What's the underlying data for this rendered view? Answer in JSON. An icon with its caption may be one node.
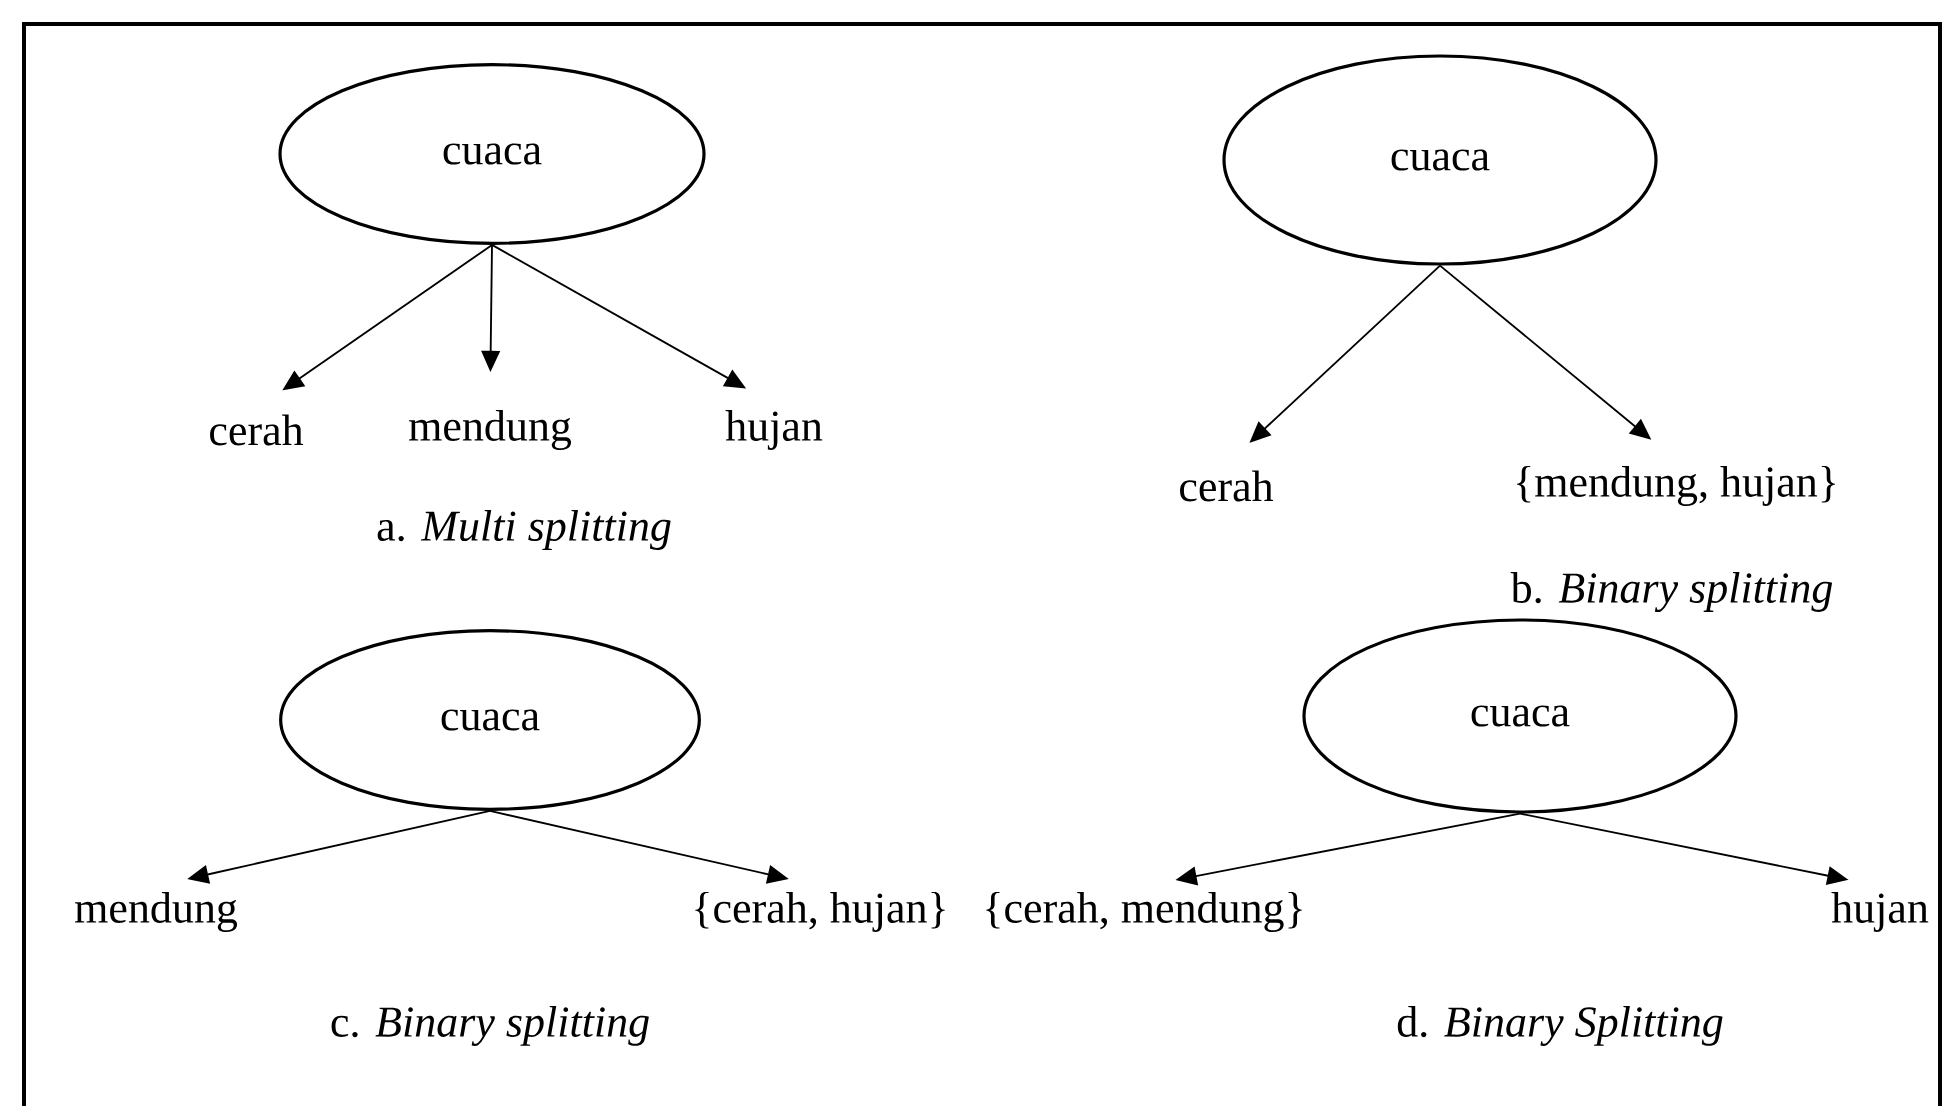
{
  "diagram": {
    "nodes": [
      {
        "text": [
          "cuaca"
        ]
      },
      {
        "text": [
          "cerah"
        ]
      },
      {
        "text": [
          "mendung"
        ]
      },
      {
        "text": [
          "hujan"
        ]
      },
      {
        "text": [
          "cuaca"
        ]
      },
      {
        "text": [
          "cerah"
        ]
      },
      {
        "text": [
          "{mendung, hujan}"
        ]
      },
      {
        "text": [
          "cuaca"
        ]
      },
      {
        "text": [
          "mendung"
        ]
      },
      {
        "text": [
          "{cerah, hujan}"
        ]
      },
      {
        "text": [
          "cuaca"
        ]
      },
      {
        "text": [
          "{cerah, mendung}"
        ]
      },
      {
        "text": [
          "hujan"
        ]
      }
    ],
    "edges": [
      {
        "from": 0,
        "to": 1,
        "arrow": "to"
      },
      {
        "from": 0,
        "to": 2,
        "arrow": "to"
      },
      {
        "from": 0,
        "to": 3,
        "arrow": "to"
      },
      {
        "from": 4,
        "to": 5,
        "arrow": "to"
      },
      {
        "from": 4,
        "to": 6,
        "arrow": "to"
      },
      {
        "from": 7,
        "to": 8,
        "arrow": "to"
      },
      {
        "from": 7,
        "to": 9,
        "arrow": "to"
      },
      {
        "from": 10,
        "to": 11,
        "arrow": "to"
      },
      {
        "from": 10,
        "to": 12,
        "arrow": "to"
      }
    ],
    "labels": [
      "a.   *Multi splitting*",
      "b. *Binary splitting*",
      "c.   *Binary splitting*",
      "d. *Binary Splitting*"
    ]
  }
}
